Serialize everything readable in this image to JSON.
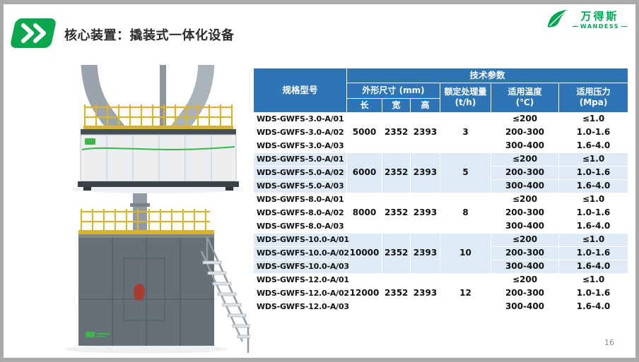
{
  "slide": {
    "title": "核心装置：撬装式一体化设备",
    "page_number": "16"
  },
  "logo": {
    "name": "万得斯",
    "subtitle": "WANDESS"
  },
  "colors": {
    "header_blue": "#2E75B6",
    "band_blue": "#DEEBF7",
    "brand_green": "#00A651",
    "railing_yellow": "#D9B430"
  },
  "illustrations": {
    "top": "skid-mounted-integrated-unit-with-elbow-pipes",
    "bottom": "skid-mounted-unit-front-view-with-chimney-and-stairs"
  },
  "table": {
    "header": {
      "tech_params": "技术参数",
      "model": "规格型号",
      "dimensions": "外形尺寸 (mm)",
      "length": "长",
      "width": "宽",
      "height": "高",
      "capacity": "额定处理量\n(t/h)",
      "temperature": "适用温度\n(℃)",
      "pressure": "适用压力\n(Mpa)"
    },
    "groups": [
      {
        "shade": false,
        "length": "5000",
        "width": "2352",
        "height": "2393",
        "capacity": "3",
        "rows": [
          {
            "model": "WDS-GWFS-3.0-A/01",
            "temperature": "≤200",
            "pressure": "≤1.0"
          },
          {
            "model": "WDS-GWFS-3.0-A/02",
            "temperature": "200-300",
            "pressure": "1.0-1.6"
          },
          {
            "model": "WDS-GWFS-3.0-A/03",
            "temperature": "300-400",
            "pressure": "1.6-4.0"
          }
        ]
      },
      {
        "shade": true,
        "length": "6000",
        "width": "2352",
        "height": "2393",
        "capacity": "5",
        "rows": [
          {
            "model": "WDS-GWFS-5.0-A/01",
            "temperature": "≤200",
            "pressure": "≤1.0"
          },
          {
            "model": "WDS-GWFS-5.0-A/02",
            "temperature": "200-300",
            "pressure": "1.0-1.6"
          },
          {
            "model": "WDS-GWFS-5.0-A/03",
            "temperature": "300-400",
            "pressure": "1.6-4.0"
          }
        ]
      },
      {
        "shade": false,
        "length": "8000",
        "width": "2352",
        "height": "2393",
        "capacity": "8",
        "rows": [
          {
            "model": "WDS-GWFS-8.0-A/01",
            "temperature": "≤200",
            "pressure": "≤1.0"
          },
          {
            "model": "WDS-GWFS-8.0-A/02",
            "temperature": "200-300",
            "pressure": "1.0-1.6"
          },
          {
            "model": "WDS-GWFS-8.0-A/03",
            "temperature": "300-400",
            "pressure": "1.6-4.0"
          }
        ]
      },
      {
        "shade": true,
        "length": "10000",
        "width": "2352",
        "height": "2393",
        "capacity": "10",
        "rows": [
          {
            "model": "WDS-GWFS-10.0-A/01",
            "temperature": "≤200",
            "pressure": "≤1.0"
          },
          {
            "model": "WDS-GWFS-10.0-A/02",
            "temperature": "200-300",
            "pressure": "1.0-1.6"
          },
          {
            "model": "WDS-GWFS-10.0-A/03",
            "temperature": "300-400",
            "pressure": "1.6-4.0"
          }
        ]
      },
      {
        "shade": false,
        "length": "12000",
        "width": "2352",
        "height": "2393",
        "capacity": "12",
        "rows": [
          {
            "model": "WDS-GWFS-12.0-A/01",
            "temperature": "≤200",
            "pressure": "≤1.0"
          },
          {
            "model": "WDS-GWFS-12.0-A/02",
            "temperature": "200-300",
            "pressure": "1.0-1.6"
          },
          {
            "model": "WDS-GWFS-12.0-A/03",
            "temperature": "300-400",
            "pressure": "1.6-4.0"
          }
        ]
      }
    ]
  }
}
